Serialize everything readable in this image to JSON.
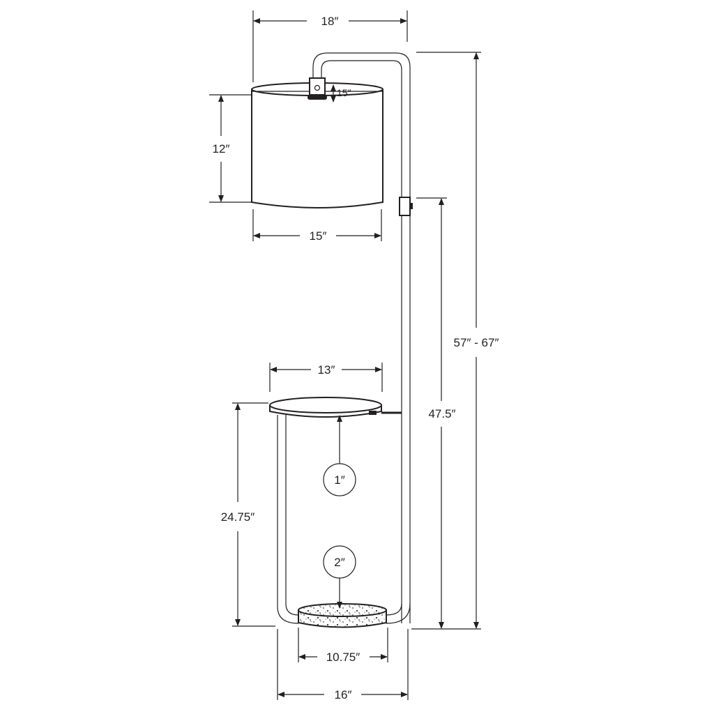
{
  "dimensions": {
    "overall_width": "18″",
    "shade_connector_height": "15″",
    "shade_height": "12″",
    "shade_diameter": "15″",
    "overall_height": "57″ - 67″",
    "pole_clamp_height": "47.5″",
    "table_diameter": "13″",
    "table_thickness": "1″",
    "table_height": "24.75″",
    "base_thickness": "2″",
    "base_diameter": "10.75″",
    "frame_width": "16″"
  },
  "colors": {
    "line": "#231f20",
    "background": "#ffffff"
  }
}
